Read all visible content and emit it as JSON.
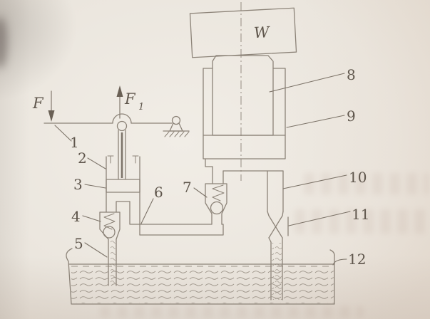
{
  "figure": {
    "forces": {
      "applied": "F",
      "lever_output": "F",
      "lever_output_subscript": "1",
      "weight": "W"
    },
    "part_labels": {
      "l1": "1",
      "l2": "2",
      "l3": "3",
      "l4": "4",
      "l5": "5",
      "l6": "6",
      "l7": "7",
      "l8": "8",
      "l9": "9",
      "l10": "10",
      "l11": "11",
      "l12": "12"
    }
  },
  "colors": {
    "line": "#8c8378",
    "label_text": "#5f564c",
    "paper": "#ebe6de"
  }
}
